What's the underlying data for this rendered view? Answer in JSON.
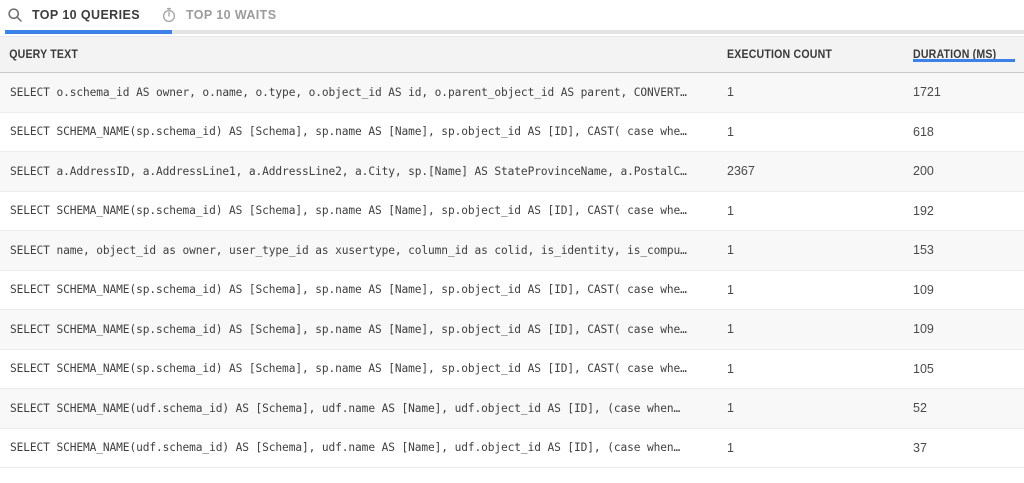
{
  "tabs": [
    {
      "id": "top10queries",
      "label": "TOP 10 QUERIES",
      "icon": "search-icon",
      "active": true
    },
    {
      "id": "top10waits",
      "label": "TOP 10 WAITS",
      "icon": "stopwatch-icon",
      "active": false
    }
  ],
  "accent_color": "#3b81e8",
  "table": {
    "sorted_column": "DURATION (MS)",
    "columns": [
      {
        "key": "query_text",
        "label": "QUERY TEXT"
      },
      {
        "key": "execution_count",
        "label": "EXECUTION COUNT"
      },
      {
        "key": "duration_ms",
        "label": "DURATION (MS)"
      }
    ],
    "rows": [
      {
        "query_text": "SELECT o.schema_id AS owner, o.name, o.type, o.object_id AS id, o.parent_object_id AS parent, CONVERT…",
        "execution_count": "1",
        "duration_ms": "1721"
      },
      {
        "query_text": "SELECT SCHEMA_NAME(sp.schema_id) AS [Schema], sp.name AS [Name], sp.object_id AS [ID], CAST( case whe…",
        "execution_count": "1",
        "duration_ms": "618"
      },
      {
        "query_text": "SELECT a.AddressID, a.AddressLine1, a.AddressLine2, a.City, sp.[Name] AS StateProvinceName, a.PostalC…",
        "execution_count": "2367",
        "duration_ms": "200"
      },
      {
        "query_text": "SELECT SCHEMA_NAME(sp.schema_id) AS [Schema], sp.name AS [Name], sp.object_id AS [ID], CAST( case whe…",
        "execution_count": "1",
        "duration_ms": "192"
      },
      {
        "query_text": "SELECT name, object_id as owner, user_type_id as xusertype, column_id as colid, is_identity, is_compu…",
        "execution_count": "1",
        "duration_ms": "153"
      },
      {
        "query_text": "SELECT SCHEMA_NAME(sp.schema_id) AS [Schema], sp.name AS [Name], sp.object_id AS [ID], CAST( case whe…",
        "execution_count": "1",
        "duration_ms": "109"
      },
      {
        "query_text": "SELECT SCHEMA_NAME(sp.schema_id) AS [Schema], sp.name AS [Name], sp.object_id AS [ID], CAST( case whe…",
        "execution_count": "1",
        "duration_ms": "109"
      },
      {
        "query_text": "SELECT SCHEMA_NAME(sp.schema_id) AS [Schema], sp.name AS [Name], sp.object_id AS [ID], CAST( case whe…",
        "execution_count": "1",
        "duration_ms": "105"
      },
      {
        "query_text": "SELECT SCHEMA_NAME(udf.schema_id) AS [Schema], udf.name AS [Name], udf.object_id AS [ID], (case when…",
        "execution_count": "1",
        "duration_ms": "52"
      },
      {
        "query_text": "SELECT SCHEMA_NAME(udf.schema_id) AS [Schema], udf.name AS [Name], udf.object_id AS [ID], (case when…",
        "execution_count": "1",
        "duration_ms": "37"
      }
    ]
  }
}
